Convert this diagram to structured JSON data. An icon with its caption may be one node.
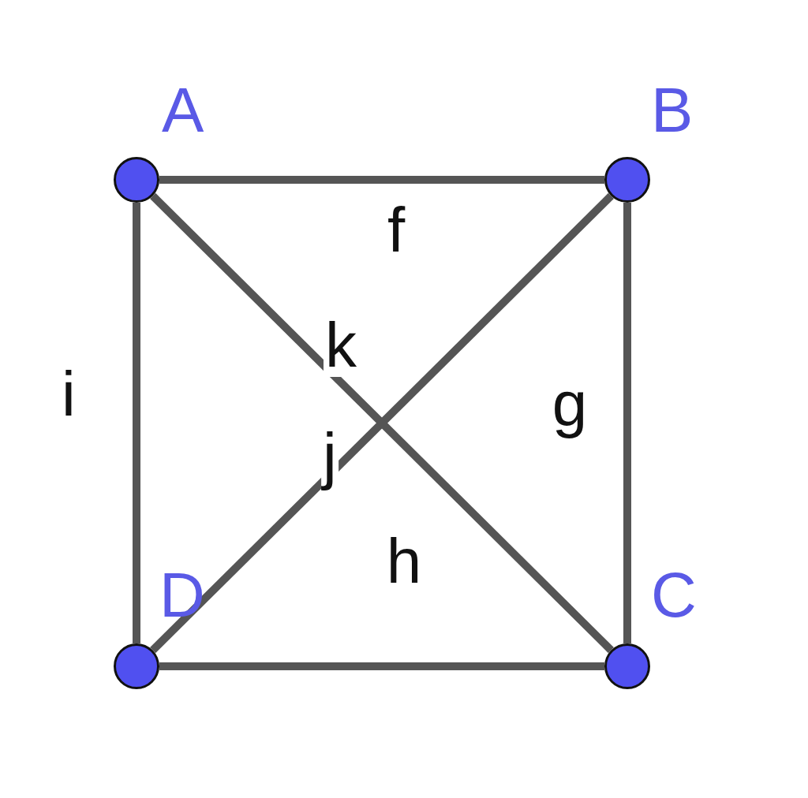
{
  "diagram": {
    "nodes": [
      {
        "text": [
          "A"
        ]
      },
      {
        "text": [
          "B"
        ]
      },
      {
        "text": [
          "C"
        ]
      },
      {
        "text": [
          "D"
        ]
      }
    ],
    "edges": [
      {
        "from": 0,
        "to": 1,
        "arrow": "none",
        "label": "f"
      },
      {
        "from": 1,
        "to": 2,
        "arrow": "none",
        "label": "g"
      },
      {
        "from": 2,
        "to": 3,
        "arrow": "none",
        "label": "h"
      },
      {
        "from": 3,
        "to": 0,
        "arrow": "none",
        "label": "i"
      },
      {
        "from": 3,
        "to": 1,
        "arrow": "none",
        "label": "j"
      },
      {
        "from": 0,
        "to": 2,
        "arrow": "none",
        "label": "k"
      }
    ]
  }
}
